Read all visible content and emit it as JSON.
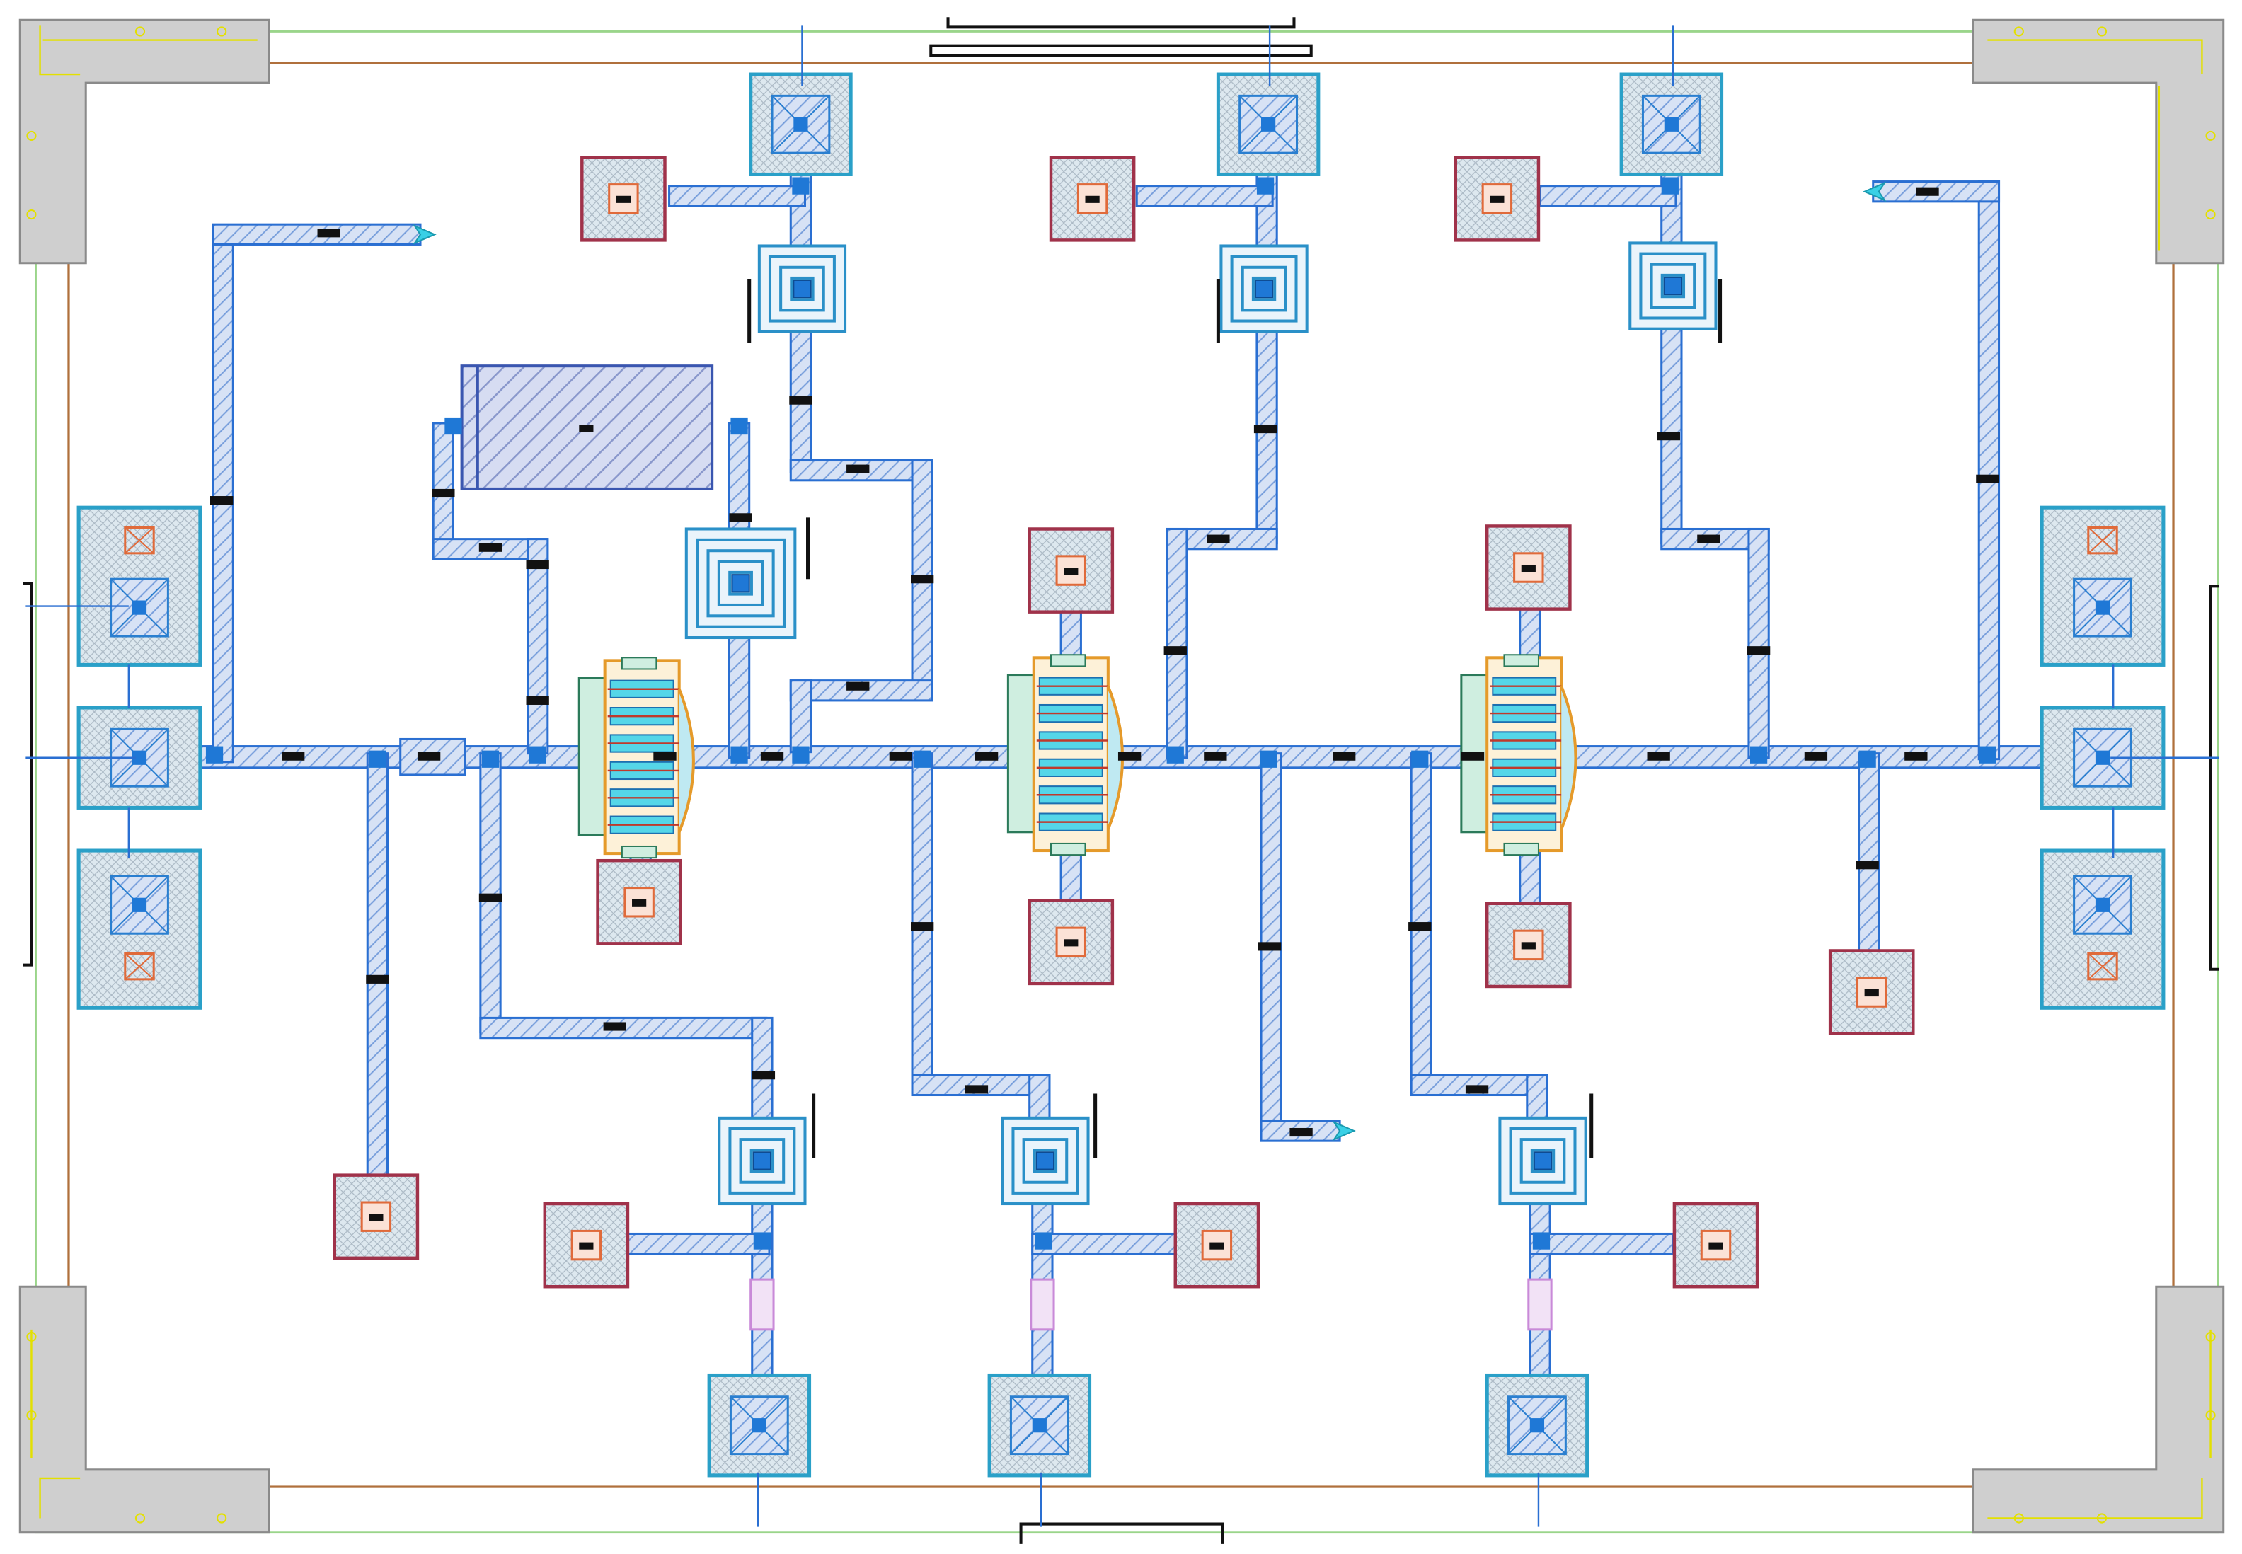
{
  "chip": {
    "kind": "MMIC layout",
    "colors": {
      "background": "#ffffff",
      "die_outline": "#9ad58a",
      "seal_ring": "#b0703c",
      "corner_fill": "#cfcfcf",
      "corner_stroke": "#8a8a8a",
      "corner_marks": "#e3e000",
      "line_fill": "#d7e2f5",
      "line_stroke": "#2a6fd2",
      "line_hatch": "#7aa0dc",
      "via": "#1f78d6",
      "pad_fill": "#cfe2f0",
      "pad_stroke": "#2aa0c8",
      "pad_inner": "#2a7fd0",
      "dc_pad_stroke": "#a0324a",
      "dc_pad_inner": "#e06a3a",
      "capacitor_fill": "#d6dcf2",
      "capacitor_stroke": "#3a56b0",
      "inductor": "#2a90c8",
      "port_arrow": "#39d0e6",
      "transistor_gold": "#e59a2a",
      "transistor_cyan": "#55d6e8",
      "transistor_red": "#c0392b",
      "resistor": "#c98ad8",
      "black_mark": "#111111"
    },
    "rf_ports": [
      "rf-input-port",
      "rf-output-port"
    ],
    "gate_bias_pads": 3,
    "drain_bias_pads": 3,
    "transistor_stages": 3,
    "spiral_inductors": 7,
    "dc_pads": 16,
    "open_stub_ports": 3
  }
}
